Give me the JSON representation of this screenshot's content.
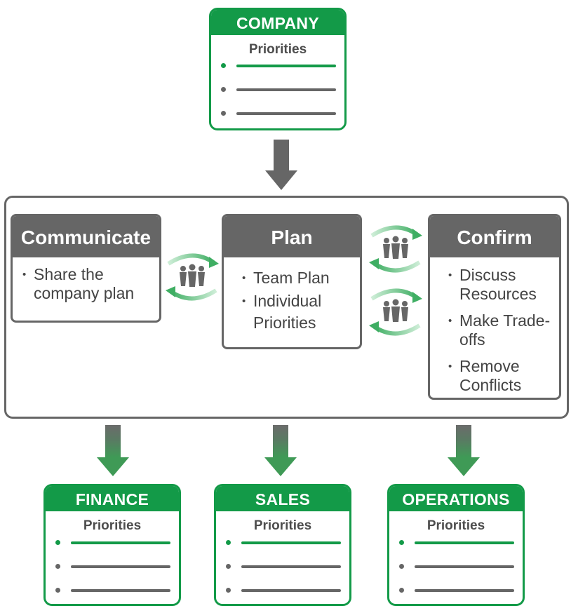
{
  "company": {
    "title": "COMPANY",
    "subtitle": "Priorities"
  },
  "steps": {
    "communicate": {
      "title": "Communicate",
      "items": [
        "Share the company plan"
      ]
    },
    "plan": {
      "title": "Plan",
      "items": [
        "Team Plan",
        "Individual Priorities"
      ]
    },
    "confirm": {
      "title": "Confirm",
      "items": [
        "Discuss Resources",
        "Make Trade-offs",
        "Remove Conflicts"
      ]
    }
  },
  "departments": [
    {
      "title": "FINANCE",
      "subtitle": "Priorities"
    },
    {
      "title": "SALES",
      "subtitle": "Priorities"
    },
    {
      "title": "OPERATIONS",
      "subtitle": "Priorities"
    }
  ],
  "colors": {
    "brand_green": "#139a48",
    "gray": "#666666",
    "light_green": "#8fd3a5"
  },
  "icons": {
    "people": "people-group-icon",
    "exchange": "cycle-arrows-icon",
    "down": "arrow-down-icon"
  }
}
